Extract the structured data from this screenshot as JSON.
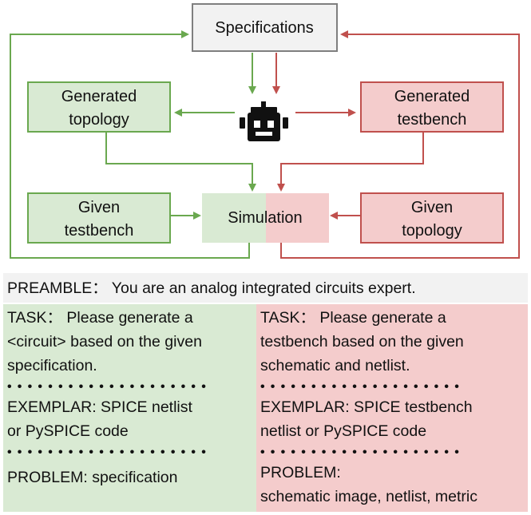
{
  "diagram": {
    "spec_label": "Specifications",
    "gen_topology": [
      "Generated",
      "topology"
    ],
    "gen_testbench": [
      "Generated",
      "testbench"
    ],
    "given_testbench": [
      "Given",
      "testbench"
    ],
    "given_topology": [
      "Given",
      "topology"
    ],
    "simulation_label": "Simulation",
    "robot_icon": "robot-icon",
    "colors": {
      "green_fill": "#d9ead3",
      "green_line": "#6aa84f",
      "red_fill": "#f4cccc",
      "red_line": "#c0504d",
      "gray_fill": "#f2f2f2",
      "gray_line": "#7f7f7f"
    }
  },
  "prompt": {
    "preamble": "PREAMBLE： You are an analog integrated circuits expert.",
    "left": {
      "task": "TASK： Please generate a\n<circuit> based on the  given\nspecification.",
      "dots": "••••••••••••••••••••",
      "exemplar": "EXEMPLAR: SPICE netlist\nor PySPICE code",
      "dots2": "••••••••••••••••••••",
      "problem": "PROBLEM: specification"
    },
    "right": {
      "task": "TASK： Please generate a\ntestbench based on the  given\nschematic and netlist.",
      "dots": "••••••••••••••••••••",
      "exemplar": "EXEMPLAR: SPICE testbench\nnetlist or PySPICE code",
      "dots2": "••••••••••••••••••••",
      "problem": "PROBLEM:\nschematic image, netlist, metric"
    }
  }
}
